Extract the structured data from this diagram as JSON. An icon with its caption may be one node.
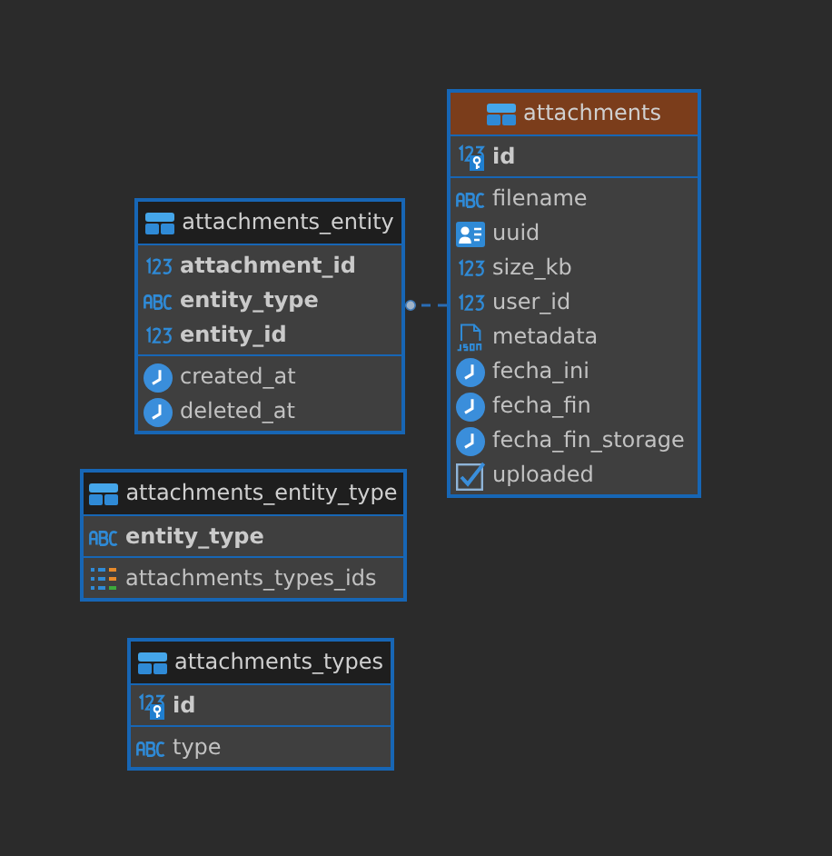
{
  "diagram": {
    "nodes": [
      {
        "text": [
          "attachments"
        ]
      },
      {
        "text": [
          "id"
        ],
        "in": 0
      },
      {
        "text": [
          "filename",
          "uuid",
          "size_kb",
          "user_id",
          "metadata",
          "fecha_ini",
          "fecha_fin",
          "fecha_fin_storage",
          "uploaded"
        ],
        "in": 0
      },
      {
        "text": [
          "attachments_entity"
        ]
      },
      {
        "text": [
          "attachment_id",
          "entity_type",
          "entity_id"
        ],
        "in": 3
      },
      {
        "text": [
          "created_at",
          "deleted_at"
        ],
        "in": 3
      },
      {
        "text": [
          "attachments_entity_type"
        ]
      },
      {
        "text": [
          "entity_type"
        ],
        "in": 6
      },
      {
        "text": [
          "attachments_types_ids"
        ],
        "in": 6
      },
      {
        "text": [
          "attachments_types"
        ]
      },
      {
        "text": [
          "id"
        ],
        "in": 9
      },
      {
        "text": [
          "type"
        ],
        "in": 9
      }
    ],
    "edges": [
      {
        "from": 3,
        "to": 0,
        "arrow": "other",
        "style": "dashed"
      }
    ]
  }
}
